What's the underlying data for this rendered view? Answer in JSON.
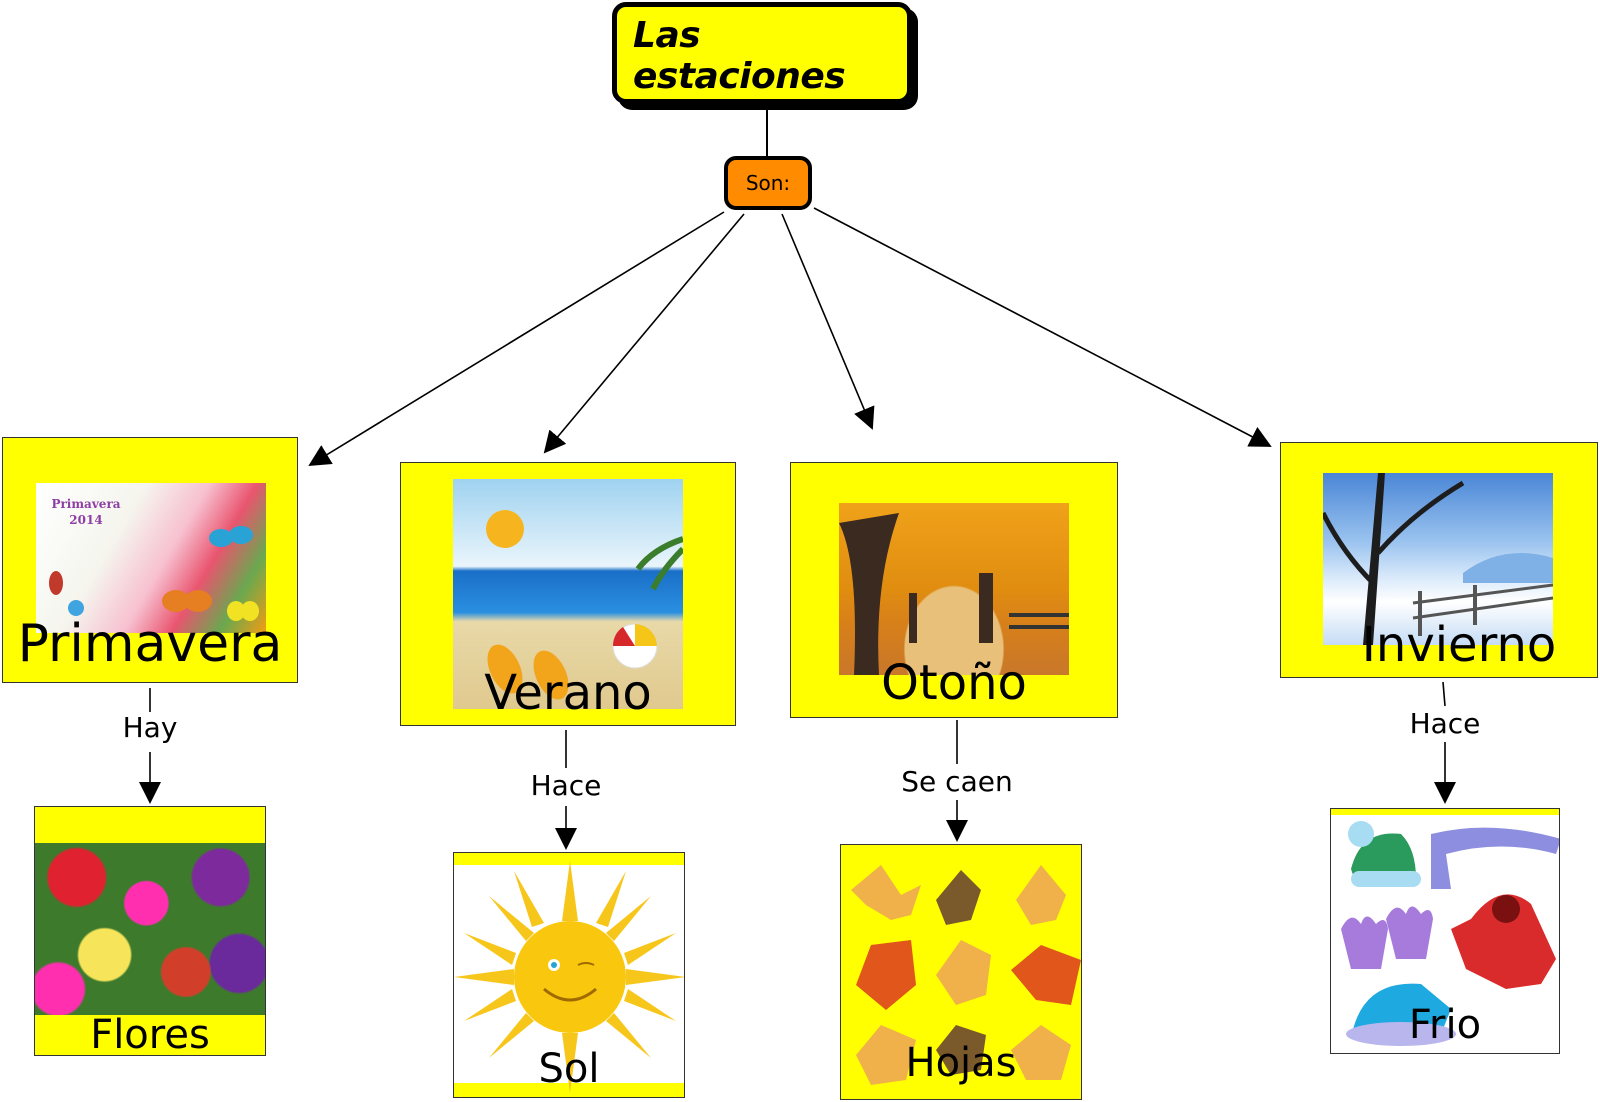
{
  "title": "Las estaciones",
  "connector": "Son:",
  "colors": {
    "node_fill": "#ffff00",
    "connector_fill": "#ff8c00",
    "line": "#000000"
  },
  "seasons": [
    {
      "name": "Primavera",
      "image": "spring-tulips-butterflies",
      "image_caption": "Primavera 2014",
      "link": "Hay",
      "child": {
        "name": "Flores",
        "image": "primrose-flowers"
      }
    },
    {
      "name": "Verano",
      "image": "beach-sun-sea",
      "link": "Hace",
      "child": {
        "name": "Sol",
        "image": "smiling-sun"
      }
    },
    {
      "name": "Otoño",
      "image": "autumn-tree-lane",
      "link": "Se caen",
      "child": {
        "name": "Hojas",
        "image": "autumn-leaves"
      }
    },
    {
      "name": "Invierno",
      "image": "snowy-tree-fence",
      "link": "Hace",
      "child": {
        "name": "Frio",
        "image": "winter-clothes"
      }
    }
  ]
}
